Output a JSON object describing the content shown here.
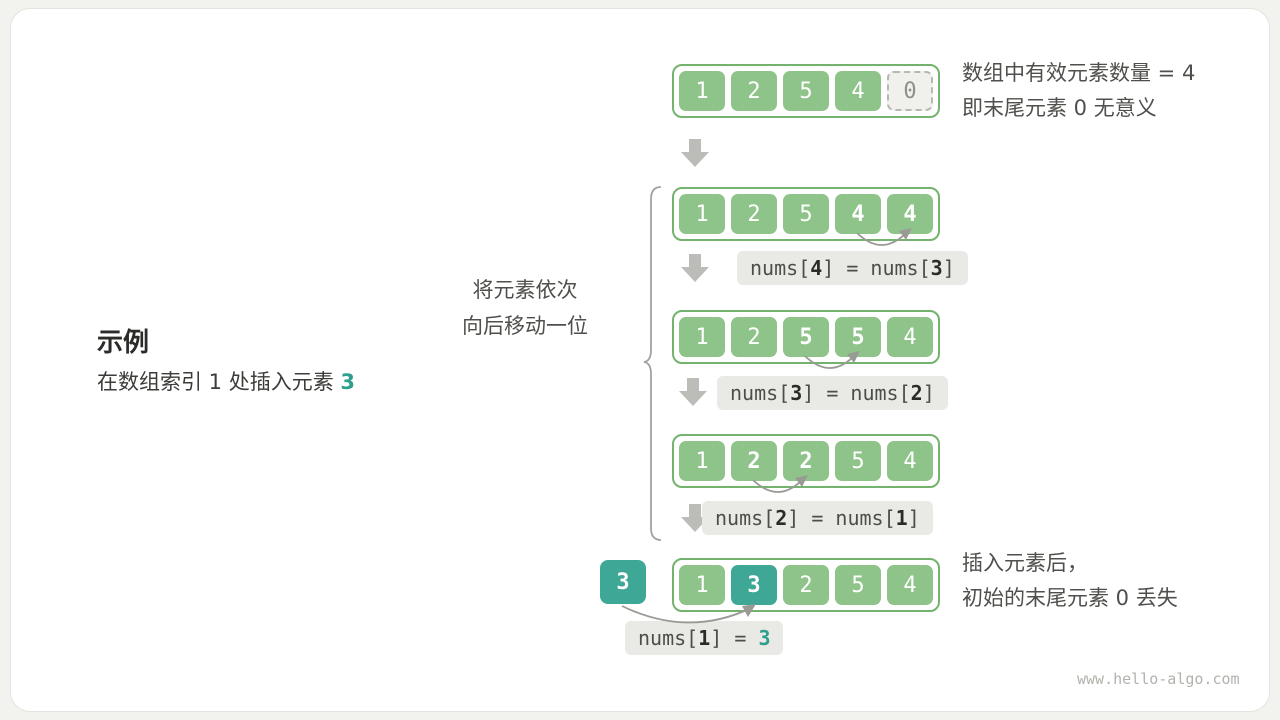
{
  "watermark": "www.hello-algo.com",
  "colors": {
    "cell_green": "#8EC48A",
    "cell_teal": "#3FA796",
    "array_border": "#74B36E",
    "arrow_gray": "#BCBCB8",
    "label_bg": "#E9E9E5"
  },
  "example": {
    "title": "示例",
    "desc_prefix": "在数组索引 1 处插入元素 ",
    "desc_value": "3"
  },
  "shift_note": {
    "line1": "将元素依次",
    "line2": "向后移动一位"
  },
  "top_note": {
    "line1": "数组中有效元素数量 = 4",
    "line2": "即末尾元素 0 无意义"
  },
  "bottom_note": {
    "line1": "插入元素后，",
    "line2": "初始的末尾元素 0 丢失"
  },
  "insert_cell": "3",
  "rows": {
    "r0": {
      "cells": [
        "1",
        "2",
        "5",
        "4",
        "0"
      ]
    },
    "r1": {
      "cells": [
        "1",
        "2",
        "5",
        "4",
        "4"
      ]
    },
    "r2": {
      "cells": [
        "1",
        "2",
        "5",
        "5",
        "4"
      ]
    },
    "r3": {
      "cells": [
        "1",
        "2",
        "2",
        "5",
        "4"
      ]
    },
    "r4": {
      "cells": [
        "1",
        "3",
        "2",
        "5",
        "4"
      ]
    }
  },
  "steps": {
    "s1": {
      "p1": "nums[",
      "b1": "4",
      "p2": "] = nums[",
      "b2": "3",
      "p3": "]"
    },
    "s2": {
      "p1": "nums[",
      "b1": "3",
      "p2": "] = nums[",
      "b2": "2",
      "p3": "]"
    },
    "s3": {
      "p1": "nums[",
      "b1": "2",
      "p2": "] = nums[",
      "b2": "1",
      "p3": "]"
    },
    "s4": {
      "p1": "nums[",
      "b1": "1",
      "p2": "] = ",
      "v": "3"
    }
  }
}
